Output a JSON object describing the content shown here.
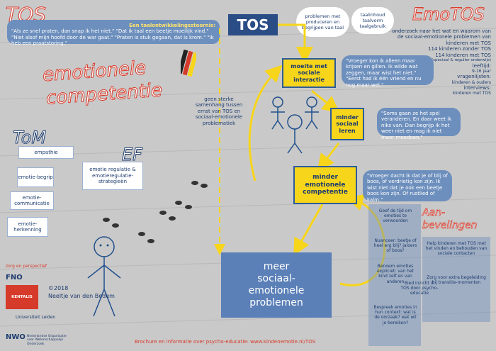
{
  "header": {
    "tos_left": "TOS",
    "tos_center": "TOS",
    "emotos": "EmoTOS",
    "emotionele_competentie_line1": "emotionele",
    "emotionele_competentie_line2": "competentie",
    "tos_intro": "Een taalontwikkelingsstoornis:",
    "tos_quotes": "\"Als ze snel praten, dan snap ik het niet.\" \"Dat ik taal een beetje moeilijk vind.\" \"Niet alsof mijn hoofd door de war gaat.\" \"Praten is stuk gegaan, dat is krom.\" \"Ik heb een praatstoring.\""
  },
  "clouds": {
    "problems": "problemen met produceren en begrijpen van taal",
    "language": "taalinhoud taalvorm taalgebruik"
  },
  "emotos_info": {
    "text": "onderzoek naar het wat en waarom van de sociaal-emotionele problemen van kinderen met TOS",
    "line2": "114 kinderen zonder TOS",
    "line3": "114 kinderen met TOS",
    "line4": "(speciaal & regulier onderwijs)",
    "line5": "leeftijd:",
    "line6": "9-16 jaar",
    "line7": "vragenlijsten:",
    "line8": "kinderen & ouders",
    "line9": "interviews:",
    "line10": "kinderen met TOS"
  },
  "middle_column": {
    "text": "geen sterke samenhang tussen ernst van TOS en sociaal-emotionele problematiek"
  },
  "flow": {
    "box1": "moeite met sociale interactie",
    "box1_bold": "interactie",
    "box2": "minder sociaal leren",
    "box3_line1": "minder",
    "box3_line2": "emotionele",
    "box3_line3": "competentie",
    "result_line1": "meer",
    "result_line2": "sociaal-",
    "result_line3": "emotionele",
    "result_line4": "problemen"
  },
  "flow_bubbles": {
    "b1": "\"Vroeger kon ik alleen maar krijsen en gillen. Ik wilde wat zeggen, maar wist het niet.\" \"Eerst had ik één vriend en nu nog maar wel.\"",
    "b2": "\"Soms gaan ze het spel veranderen. En daar weet ik niks van. Dan begrijp ik het weer niet en mag ik niet meer meedoen.\"",
    "b3": "\"Vroeger dacht ik dat je of blij of boos, of verdrietig kon zijn. Ik wist niet dat je ook een beetje boos kon zijn. Of rustlied of kalm.\""
  },
  "tom": {
    "title": "ToM",
    "items": [
      "empathie",
      "emotie-begrip",
      "emotie-communicatie",
      "emotie-herkenning"
    ]
  },
  "ef": {
    "title": "EF",
    "items": [
      "emotie regulatie & emotieregulatie-strategieën"
    ]
  },
  "recommendations": {
    "title_line1": "Aan-",
    "title_line2": "bevelingen",
    "items": [
      "Geef de tijd om emoties te verwoorden",
      "Nuanceer: beetje of heel erg blij? jaloers of boos?",
      "Help kinderen met TOS met het vinden en behouden van sociale contacten",
      "Benoem emoties expliciet: van het kind zelf en van anderen",
      "Zorg voor extra begeleiding bij transitie-momenten",
      "Bied inzicht in TOS door psycho-educatie",
      "Bespreek emoties in hun context: wat is de oorzaak? wat wil je bereiken?"
    ]
  },
  "footer": {
    "copyright": "©2018",
    "author": "Neeltje van den Bedem",
    "brochure": "Brochure en informatie over psycho-educatie: www.kindenemotie.nl/TOS"
  },
  "logos": {
    "zorg": "zorg en perspectief",
    "fno": "FNO",
    "kentalis": "KENTALIS",
    "leiden": "Universiteit Leiden",
    "nwo": "NWO",
    "nwo_sub": "Nederlandse Organisatie voor Wetenschappelijk Onderzoek"
  },
  "colors": {
    "blue": "#1f4f8c",
    "yellow": "#f7d51a",
    "red": "#d63a2a",
    "bubble": "#6d8fbd"
  }
}
